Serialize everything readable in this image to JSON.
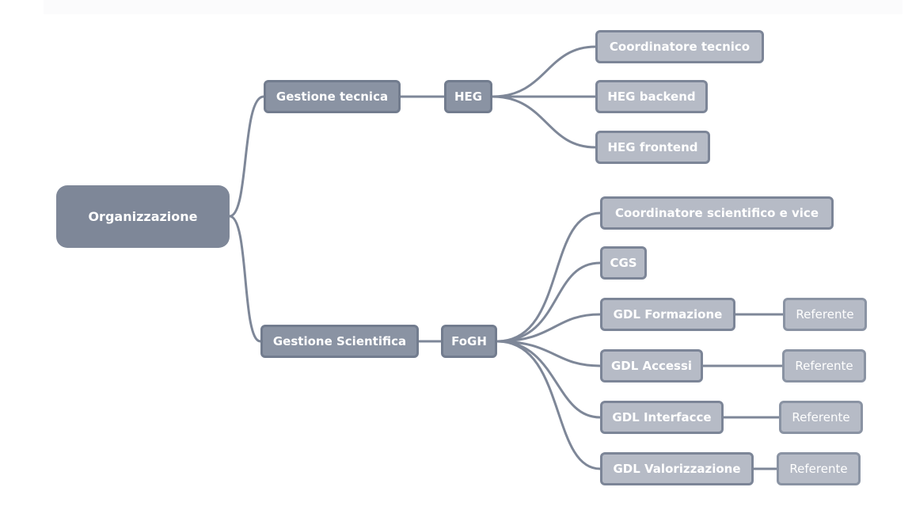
{
  "root": {
    "label": "Organizzazione"
  },
  "branches": {
    "tecnica": {
      "label": "Gestione tecnica",
      "unit": "HEG",
      "children": [
        "Coordinatore tecnico",
        "HEG backend",
        "HEG frontend"
      ]
    },
    "scientifica": {
      "label": "Gestione Scientifica",
      "unit": "FoGH",
      "children": [
        "Coordinatore scientifico e vice",
        "CGS",
        "GDL Formazione",
        "GDL Accessi",
        "GDL Interfacce",
        "GDL Valorizzazione"
      ],
      "referents": [
        "Referente",
        "Referente",
        "Referente",
        "Referente"
      ]
    }
  },
  "colors": {
    "connector": "#7e8798",
    "root_fill": "#7e8798",
    "level1_fill": "#8a93a3",
    "level2_fill": "#b6bbc6",
    "text": "#ffffff"
  }
}
